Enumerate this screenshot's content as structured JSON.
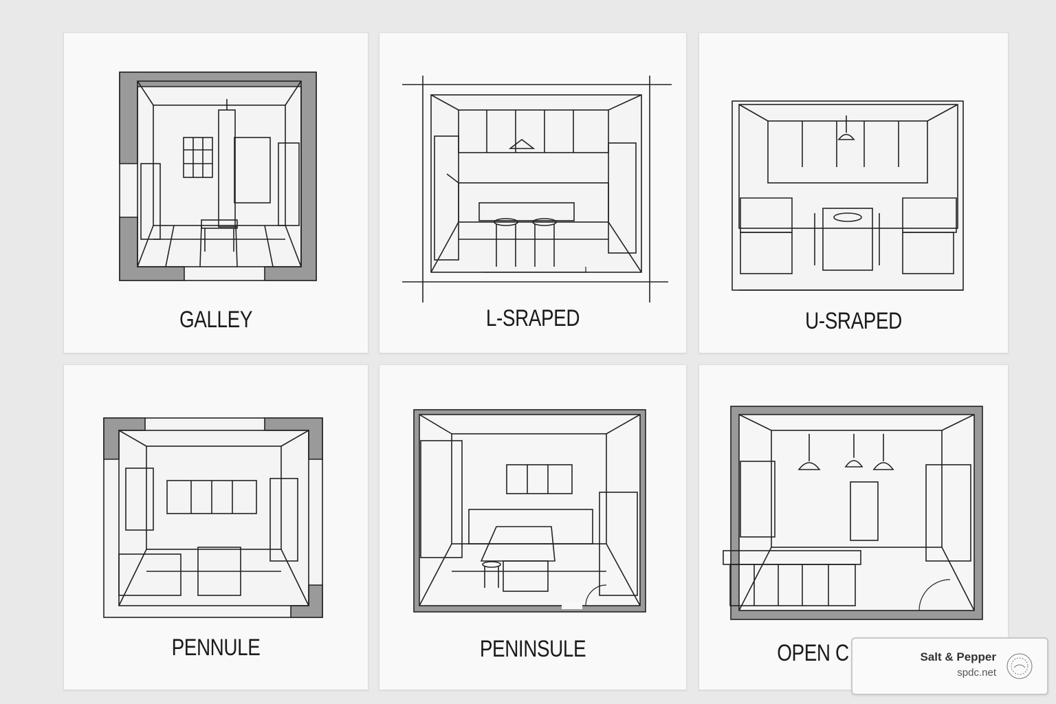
{
  "cards": [
    {
      "label": "GALLEY"
    },
    {
      "label": "L-SRAPED"
    },
    {
      "label": "U-SRAPED"
    },
    {
      "label": "PENNULE"
    },
    {
      "label": "PENINSULE"
    },
    {
      "label": "OPEN C"
    }
  ],
  "badge": {
    "name": "Salt & Pepper",
    "url": "spdc.net",
    "logo_icon": "salt-pepper-seal-icon"
  },
  "colors": {
    "background": "#e9e9e9",
    "card": "#f9f9f9",
    "wall": "#9a9a9a",
    "line": "#222222"
  }
}
